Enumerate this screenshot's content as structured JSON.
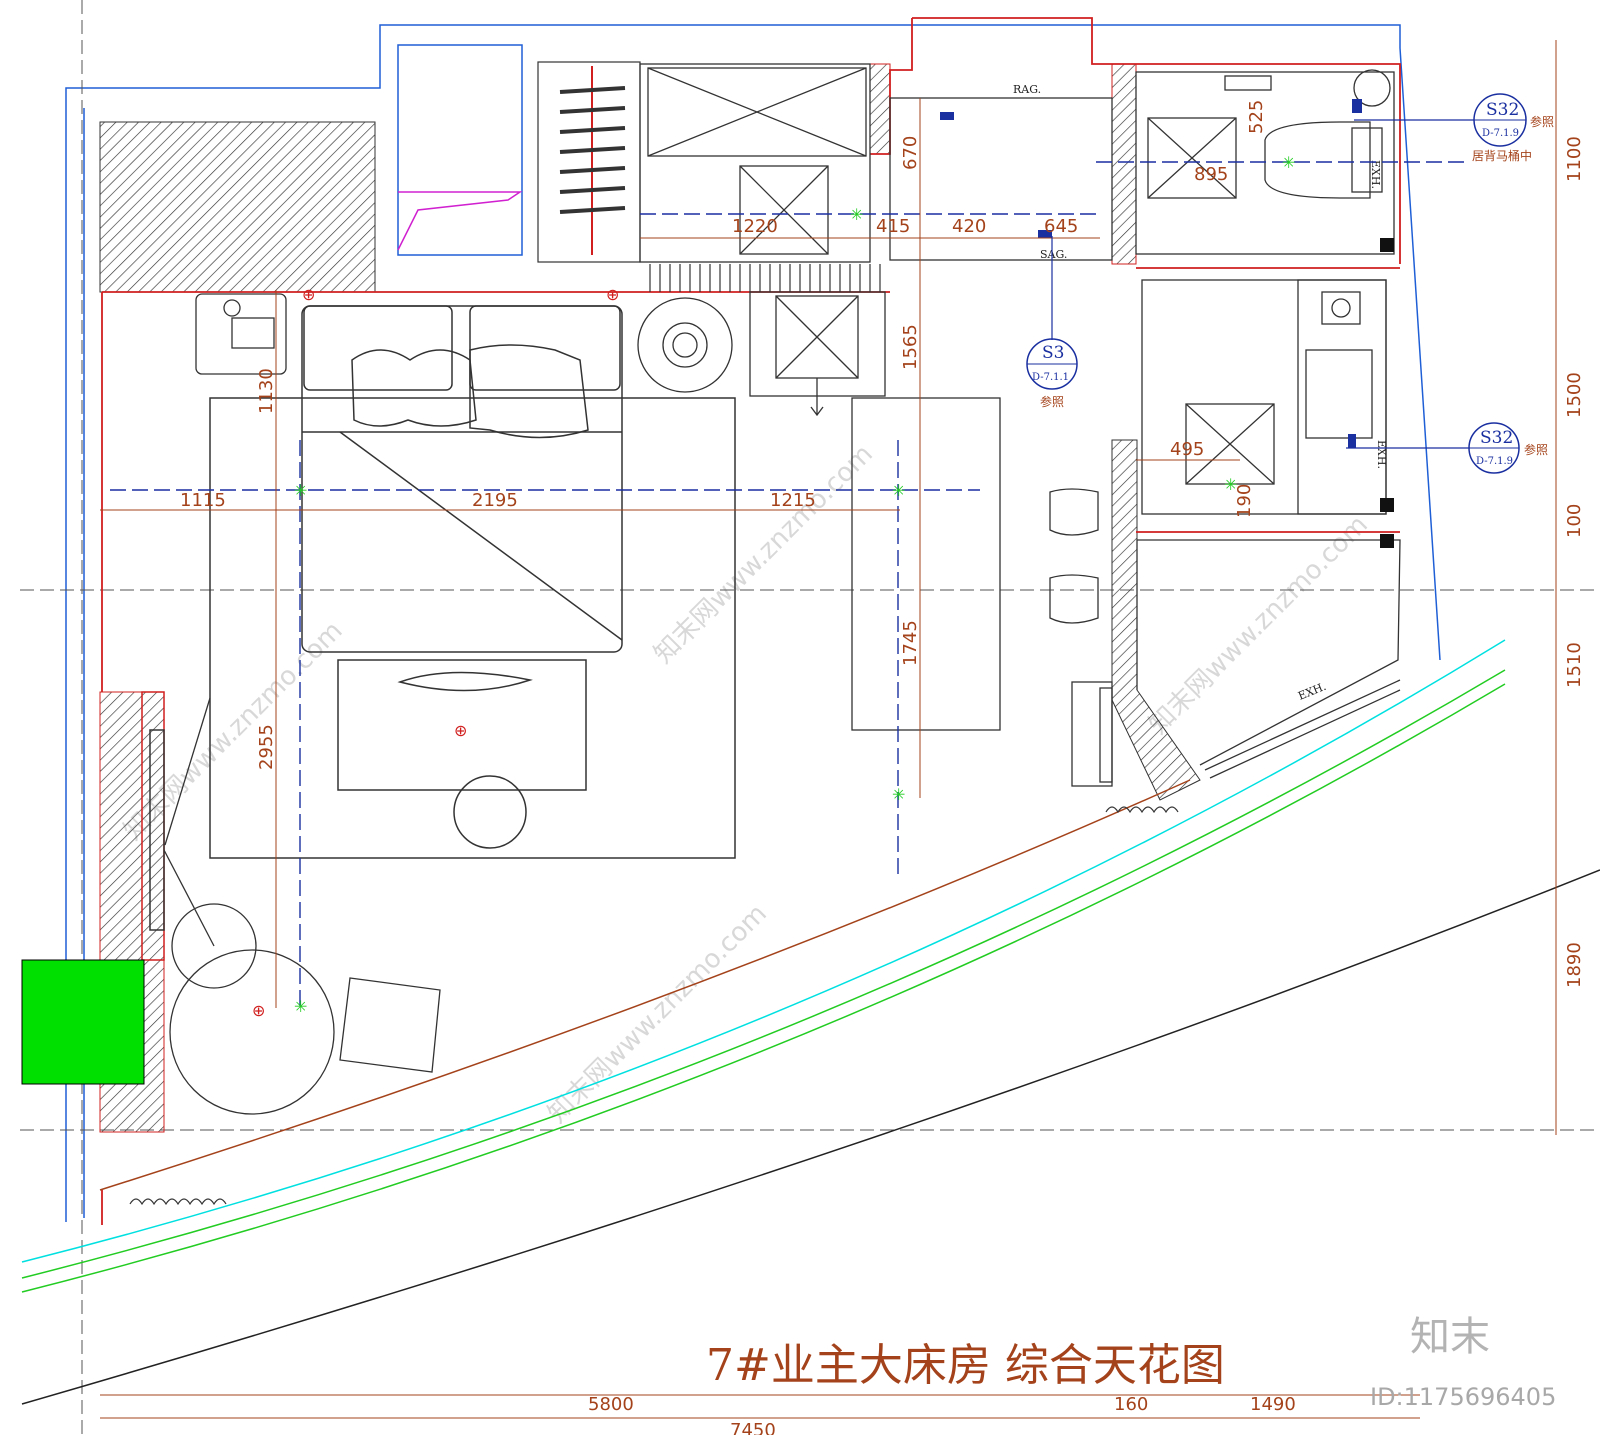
{
  "title": "7#业主大床房 综合天花图",
  "brand": "知末",
  "image_id": "ID:1175696405",
  "watermark": "知末网www.znzmo.com",
  "labels": {
    "rag": "RAG.",
    "sag": "SAG.",
    "exh1": "EXH.",
    "exh2": "EXH.",
    "exh3": "EXH."
  },
  "callouts": [
    {
      "code": "S32",
      "ref": "D-7.1.9",
      "note": "参照",
      "extra": "居背马桶中"
    },
    {
      "code": "S3",
      "ref": "D-7.1.1",
      "note": "参照"
    },
    {
      "code": "S32",
      "ref": "D-7.1.9",
      "note": "参照"
    }
  ],
  "dimensions": {
    "top_row": [
      "1220",
      "415",
      "420",
      "645"
    ],
    "bath_top": [
      "895",
      "525"
    ],
    "vertical_inner": [
      "670",
      "1565",
      "1745",
      "1130",
      "2955"
    ],
    "bed_row": [
      "1115",
      "2195",
      "1215"
    ],
    "bath_mid": [
      "495",
      "190"
    ],
    "right_side": [
      "1100",
      "1500",
      "100",
      "1510",
      "1890"
    ],
    "bottom": [
      "5800",
      "160",
      "1490",
      "7450"
    ]
  },
  "colors": {
    "wall": "#d11f1f",
    "axis": "#1a2fa0",
    "outline": "#1f5fd6",
    "dim": "#a4431b",
    "cyan": "#00e0e0",
    "green": "#22cc22",
    "magenta": "#d020d0",
    "green_block": "#00e000"
  }
}
